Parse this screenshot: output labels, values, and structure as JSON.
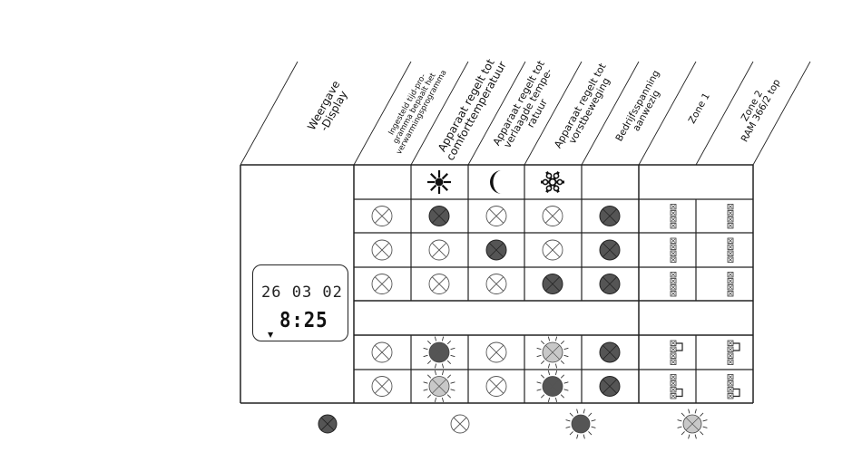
{
  "headers": [
    "Weergave\n-Display",
    "Ingesteld tijd-pro-\ngramma bepaalt het\nverwarmingsprogramma",
    "Apparaat regelt tot\ncomforttemperatuur",
    "Apparaat regelt tot\nverlaagde tempe-\nratuur",
    "Apparaat regelt tot\nvorstbeweging",
    "Bedrijfsspanning\naanwezig",
    "Zone 1",
    "Zone 2\nRAM 366/2 top"
  ],
  "mode_icons": [
    "",
    "sun-icon",
    "moon-icon",
    "snowflake-icon",
    "",
    ""
  ],
  "display": {
    "date": "26 03 02",
    "time": "8:25",
    "marker": "▼"
  },
  "rows_top": [
    [
      "off",
      "on",
      "off",
      "off",
      "on"
    ],
    [
      "off",
      "off",
      "on",
      "off",
      "on"
    ],
    [
      "off",
      "off",
      "off",
      "on",
      "on"
    ]
  ],
  "rows_bottom": [
    [
      "off",
      "blink-dark",
      "off",
      "blink-light",
      "on"
    ],
    [
      "off",
      "blink-light",
      "off",
      "blink-dark",
      "on"
    ]
  ],
  "legend": [
    "on",
    "off",
    "blink-dark",
    "blink-light"
  ],
  "colors": {
    "led_on": "#555555",
    "led_light": "#c8c8c8",
    "line": "#222222"
  }
}
